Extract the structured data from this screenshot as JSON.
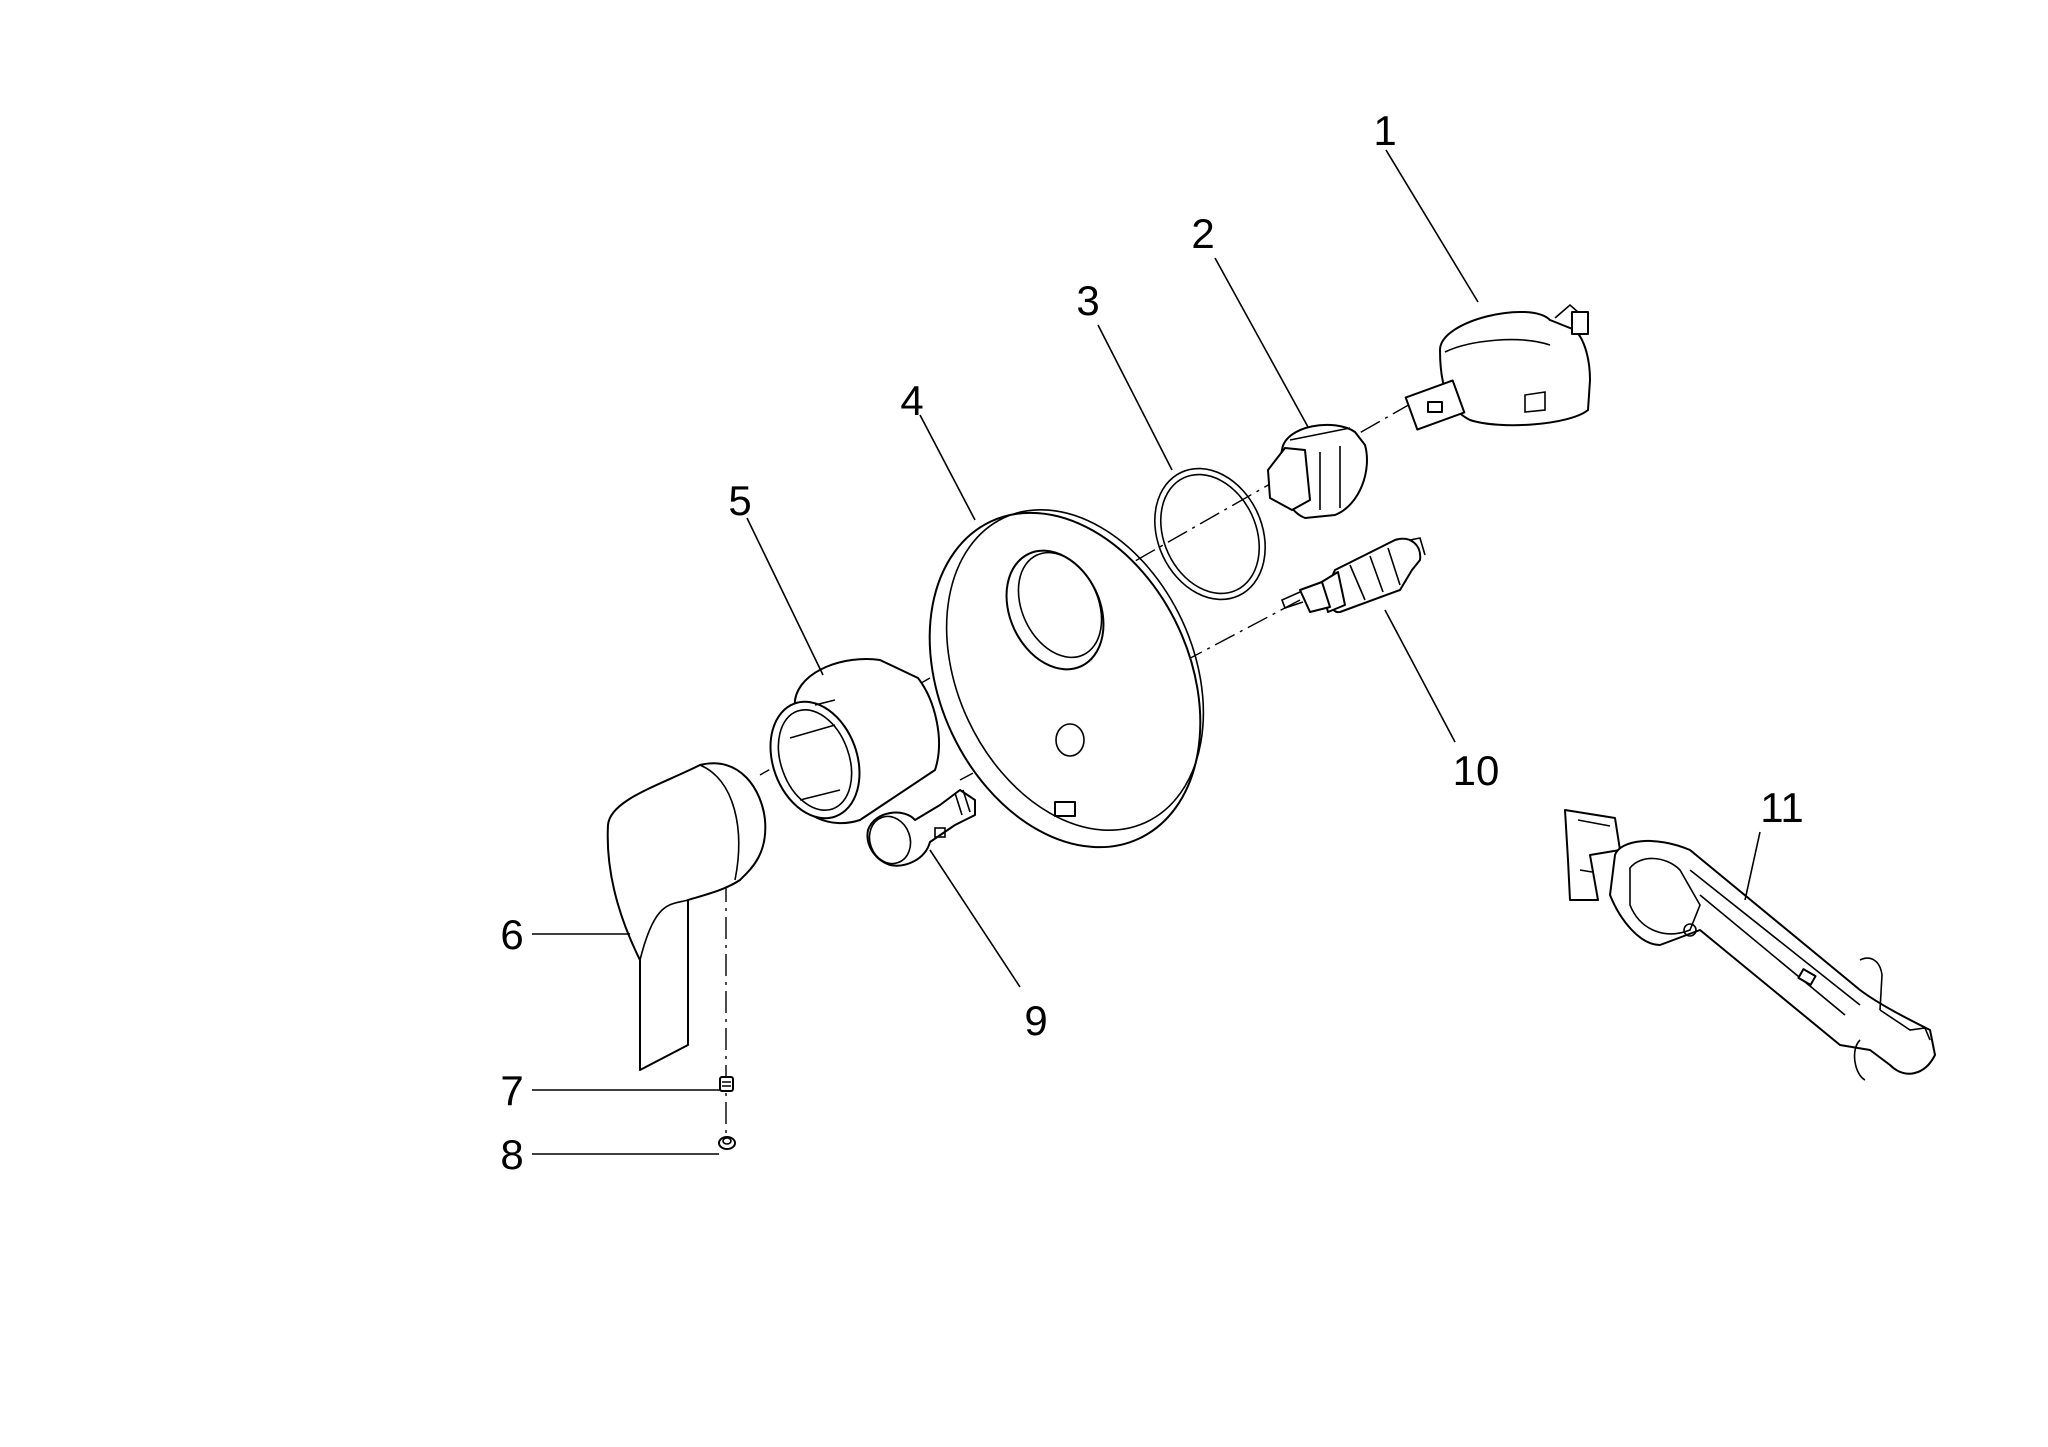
{
  "diagram": {
    "type": "exploded-parts-view",
    "callouts": [
      {
        "id": "1",
        "text": "1"
      },
      {
        "id": "2",
        "text": "2"
      },
      {
        "id": "3",
        "text": "3"
      },
      {
        "id": "4",
        "text": "4"
      },
      {
        "id": "5",
        "text": "5"
      },
      {
        "id": "6",
        "text": "6"
      },
      {
        "id": "7",
        "text": "7"
      },
      {
        "id": "8",
        "text": "8"
      },
      {
        "id": "9",
        "text": "9"
      },
      {
        "id": "10",
        "text": "10"
      },
      {
        "id": "11",
        "text": "11"
      }
    ],
    "colors": {
      "line": "#000000",
      "background": "#ffffff"
    }
  }
}
